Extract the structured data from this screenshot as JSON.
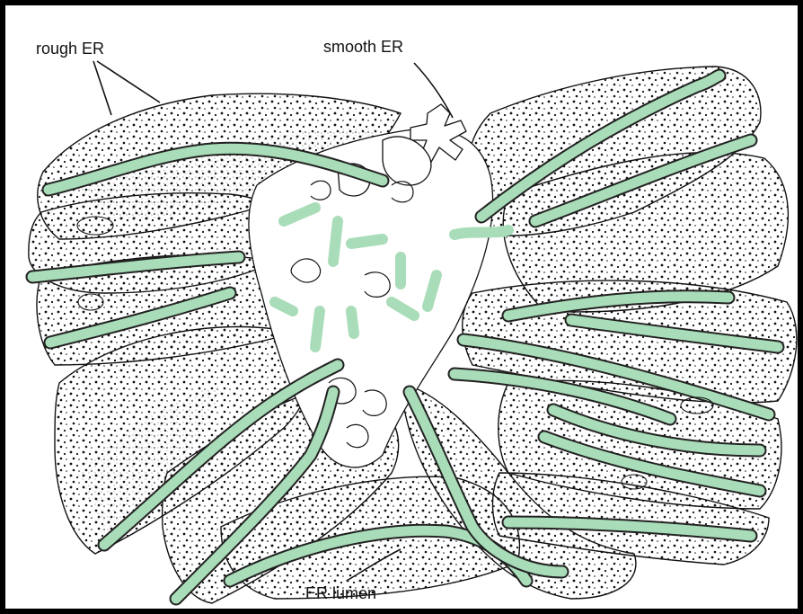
{
  "labels": {
    "rough_er": "rough ER",
    "smooth_er": "smooth ER",
    "er_lumen": "ER lumen"
  },
  "colors": {
    "lumen": "#a9dcb8",
    "frame": "#000000",
    "ink": "#111111",
    "background": "#ffffff"
  }
}
